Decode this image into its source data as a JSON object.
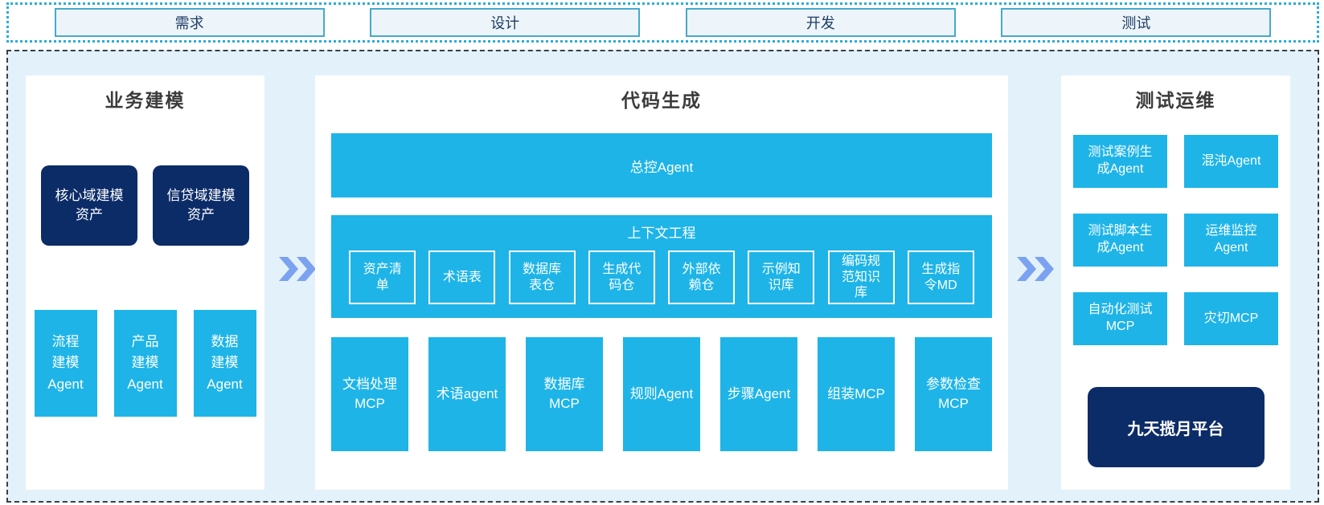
{
  "colors": {
    "cyan": "#1EB4E8",
    "navy": "#0C2C68",
    "chevron_blue": "#7BA2F0",
    "container_bg": "#E3F1FA",
    "phase_border": "#46A9CE",
    "phase_bg": "#EDF5FA",
    "phase_text": "#1E3C64",
    "dash_border": "#3A4047",
    "dot_border": "#2BACD9",
    "title_color": "#3B3B3B"
  },
  "phase_bar": {
    "items": [
      {
        "label": "需求"
      },
      {
        "label": "设计"
      },
      {
        "label": "开发"
      },
      {
        "label": "测试"
      }
    ]
  },
  "business_modeling": {
    "title": "业务建模",
    "assets": [
      {
        "label": "核心域建模\n资产"
      },
      {
        "label": "信贷域建模\n资产"
      }
    ],
    "agents": [
      {
        "label": "流程\n建模\nAgent"
      },
      {
        "label": "产品\n建模\nAgent"
      },
      {
        "label": "数据\n建模\nAgent"
      }
    ]
  },
  "code_generation": {
    "title": "代码生成",
    "master_agent": "总控Agent",
    "context_engineering": {
      "title": "上下文工程",
      "items": [
        {
          "label": "资产清\n单"
        },
        {
          "label": "术语表"
        },
        {
          "label": "数据库\n表仓"
        },
        {
          "label": "生成代\n码仓"
        },
        {
          "label": "外部依\n赖仓"
        },
        {
          "label": "示例知\n识库"
        },
        {
          "label": "编码规\n范知识\n库"
        },
        {
          "label": "生成指\n令MD"
        }
      ]
    },
    "executors": [
      {
        "label": "文档处理\nMCP"
      },
      {
        "label": "术语agent"
      },
      {
        "label": "数据库\nMCP"
      },
      {
        "label": "规则Agent"
      },
      {
        "label": "步骤Agent"
      },
      {
        "label": "组装MCP"
      },
      {
        "label": "参数检查\nMCP"
      }
    ]
  },
  "test_ops": {
    "title": "测试运维",
    "boxes": [
      {
        "label": "测试案例生\n成Agent"
      },
      {
        "label": "混沌Agent"
      },
      {
        "label": "测试脚本生\n成Agent"
      },
      {
        "label": "运维监控\nAgent"
      },
      {
        "label": "自动化测试\nMCP"
      },
      {
        "label": "灾切MCP"
      }
    ],
    "platform": {
      "label": "九天揽月平台"
    }
  }
}
